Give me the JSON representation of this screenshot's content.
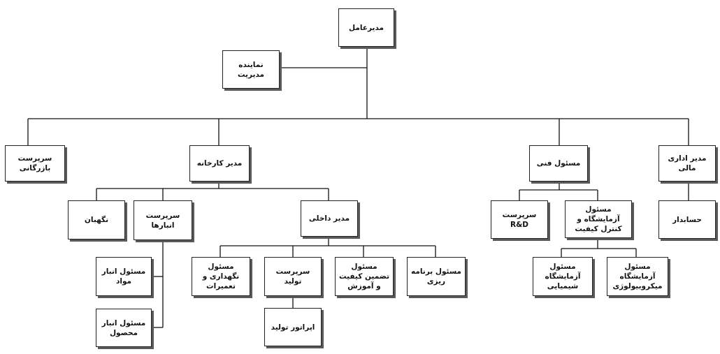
{
  "chart": {
    "root": "مدیرعامل",
    "representative": "نماینده مدیریت",
    "sales": "سرپرست بازرگانی",
    "factory": "مدیر کارخانه",
    "technical": "مسئول فنی",
    "finance": "مدیر اداری مالی",
    "guard": "نگهبان",
    "warehouse_supervisor": "سرپرست انبارها",
    "internal": "مدیر داخلی",
    "rnd": "سرپرست R&D",
    "lab_qc": "مسئول آزمایشگاه و کنترل کیفیت",
    "accountant": "حسابدار",
    "materials_store": "مسئول انبار مواد",
    "product_store": "مسئول انبار محصول",
    "maintenance": "مسئول نگهداری و تعمیرات",
    "production_supervisor": "سرپرست تولید",
    "qa_training": "مسئول تضمین کیفیت و آموزش",
    "planning": "مسئول برنامه ریزی",
    "chem_lab": "مسئول آزمایشگاه شیمیایی",
    "micro_lab": "مسئول آزمایشگاه میکروبیولوژی",
    "operator": "اپراتور تولید"
  }
}
